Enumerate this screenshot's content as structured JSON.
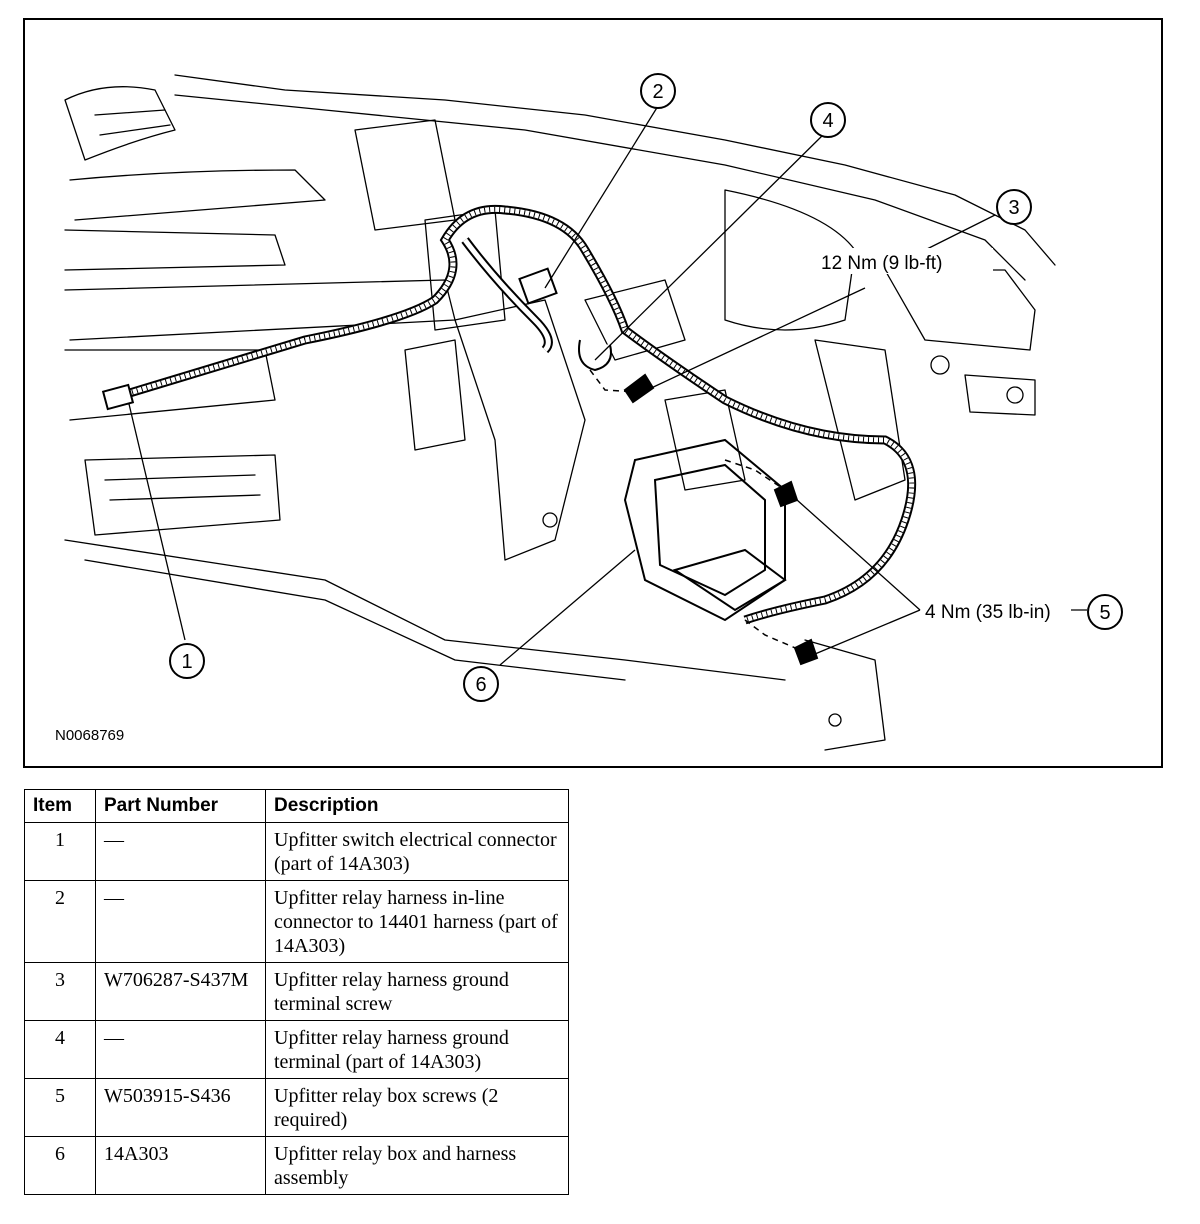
{
  "figure": {
    "figure_id": "N0068769",
    "callouts": [
      {
        "number": "1"
      },
      {
        "number": "2"
      },
      {
        "number": "3"
      },
      {
        "number": "4"
      },
      {
        "number": "5"
      },
      {
        "number": "6"
      }
    ],
    "torque_labels": {
      "item3": "12 Nm (9 lb-ft)",
      "item5": "4 Nm (35 lb-in)"
    }
  },
  "table": {
    "headers": [
      "Item",
      "Part Number",
      "Description"
    ],
    "rows": [
      {
        "item": "1",
        "part_number": "—",
        "description": "Upfitter switch electrical connector (part of 14A303)"
      },
      {
        "item": "2",
        "part_number": "—",
        "description": "Upfitter relay harness in-line connector to 14401 harness (part of 14A303)"
      },
      {
        "item": "3",
        "part_number": "W706287-S437M",
        "description": "Upfitter relay harness ground terminal screw"
      },
      {
        "item": "4",
        "part_number": "—",
        "description": "Upfitter relay harness ground terminal (part of 14A303)"
      },
      {
        "item": "5",
        "part_number": "W503915-S436",
        "description": "Upfitter relay box screws (2 required)"
      },
      {
        "item": "6",
        "part_number": "14A303",
        "description": "Upfitter relay box and harness assembly"
      }
    ]
  }
}
